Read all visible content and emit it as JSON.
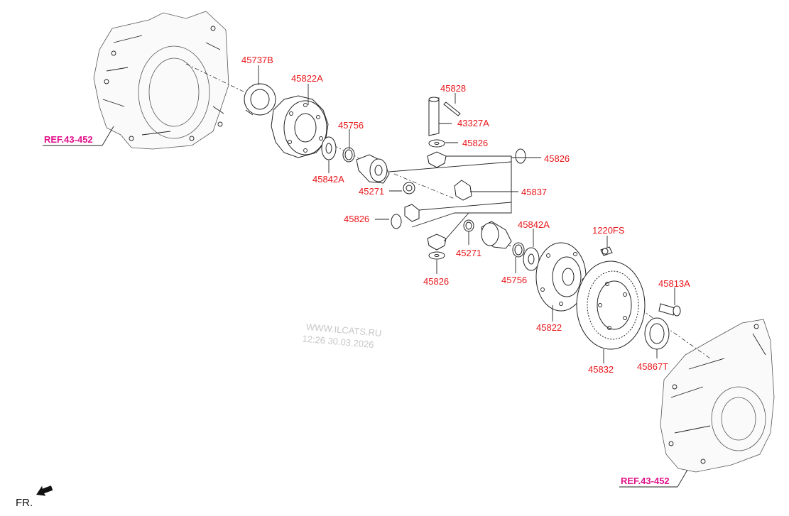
{
  "labels": {
    "p45737B": "45737B",
    "p45822A": "45822A",
    "p45828": "45828",
    "p43327A": "43327A",
    "p45826_a": "45826",
    "p45826_b": "45826",
    "p45756_a": "45756",
    "p45842A_a": "45842A",
    "p45271_a": "45271",
    "p45837": "45837",
    "p45826_c": "45826",
    "p45842A_b": "45842A",
    "p1220FS": "1220FS",
    "p45271_b": "45271",
    "p45826_d": "45826",
    "p45756_b": "45756",
    "p45813A": "45813A",
    "p45822": "45822",
    "p45832": "45832",
    "p45867T": "45867T"
  },
  "refs": {
    "top": "REF.43-452",
    "bottom": "REF.43-452"
  },
  "watermark": {
    "line1": "WWW.ILCATS.RU",
    "line2": "12:26 30.03.2026"
  },
  "direction_label": "FR.",
  "colors": {
    "part_number": "#e8161b",
    "reference": "#e0108a",
    "line": "#222222"
  }
}
